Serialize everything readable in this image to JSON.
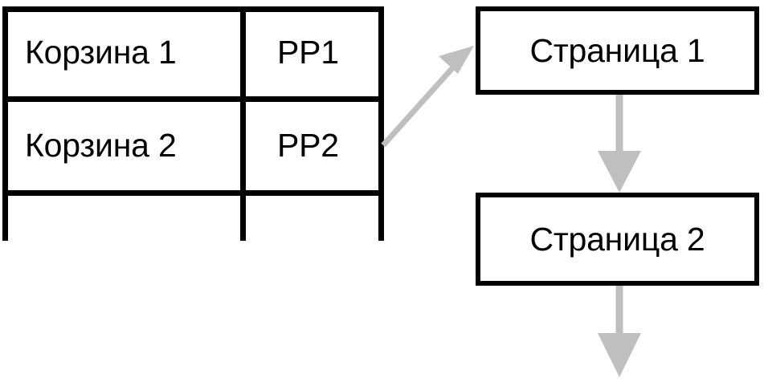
{
  "diagram": {
    "title": "Basket to Page mapping diagram",
    "colors": {
      "stroke": "#000000",
      "arrow": "#bfbfbf",
      "background": "#ffffff"
    },
    "table": {
      "name": "basket-table",
      "columns": 2,
      "rows": [
        {
          "basket": "Корзина 1",
          "code": "PP1"
        },
        {
          "basket": "Корзина 2",
          "code": "PP2"
        },
        {
          "basket": "",
          "code": ""
        }
      ],
      "truncated": true
    },
    "boxes": [
      {
        "id": "page-1",
        "label": "Страница 1"
      },
      {
        "id": "page-2",
        "label": "Страница 2"
      }
    ],
    "arrows": [
      {
        "id": "arrow-basket2-to-page1",
        "from": "PP2",
        "to": "Страница 1",
        "direction": "diagonal-up-right"
      },
      {
        "id": "arrow-page1-to-page2",
        "from": "Страница 1",
        "to": "Страница 2",
        "direction": "down"
      },
      {
        "id": "arrow-page2-to-next",
        "from": "Страница 2",
        "to": "",
        "direction": "down"
      }
    ]
  }
}
